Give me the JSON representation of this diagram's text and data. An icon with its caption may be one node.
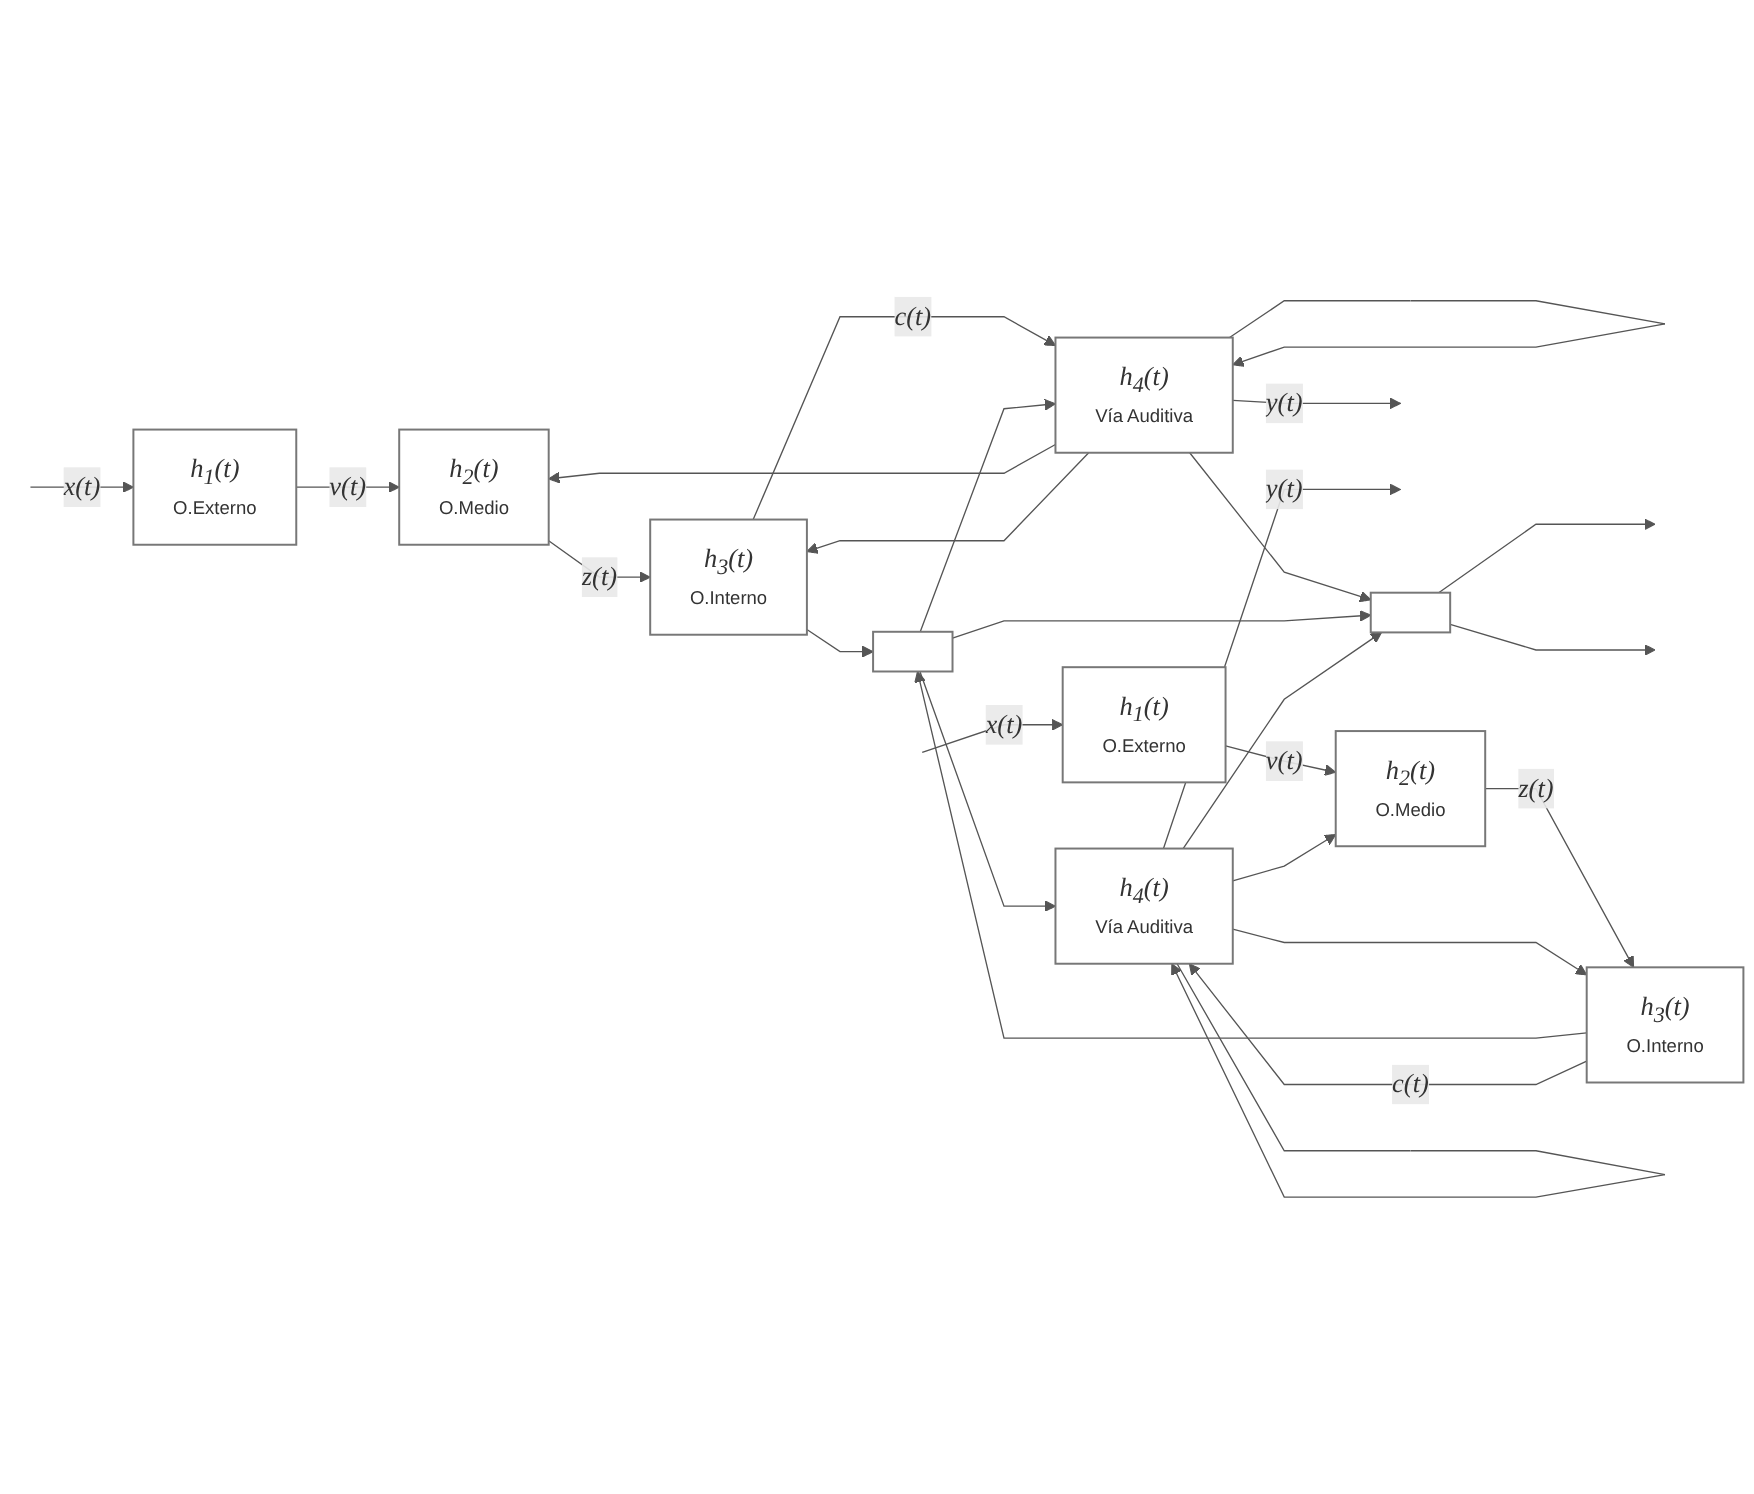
{
  "diagram": {
    "nodes": [
      {
        "text": [
          "h$_{1}$(t)",
          "O.Externo"
        ]
      },
      {
        "text": [
          "h$_{2}$(t)",
          "O.Medio"
        ]
      },
      {
        "text": [
          "h$_{3}$(t)",
          "O.Interno"
        ]
      },
      {
        "text": [
          "h$_{4}$(t)",
          "Vía Auditiva"
        ]
      },
      {
        "text": [],
        "shape": "box"
      },
      {
        "text": [],
        "shape": "box"
      },
      {
        "text": [
          "h$_{1}$(t)",
          "O.Externo"
        ]
      },
      {
        "text": [
          "h$_{2}$(t)",
          "O.Medio"
        ]
      },
      {
        "text": [
          "h$_{3}$(t)",
          "O.Interno"
        ]
      },
      {
        "text": [
          "h$_{4}$(t)",
          "Vía Auditiva"
        ]
      }
    ],
    "edges": [
      {
        "from": null,
        "to": 0,
        "arrow": "to",
        "label": "x(t)"
      },
      {
        "from": 0,
        "to": 1,
        "arrow": "to",
        "label": "v(t)"
      },
      {
        "from": 1,
        "to": 2,
        "arrow": "to",
        "label": "z(t)"
      },
      {
        "from": 2,
        "to": 3,
        "arrow": "to",
        "label": "c(t)"
      },
      {
        "from": 3,
        "to": null,
        "arrow": "to",
        "label": "y(t)"
      },
      {
        "from": 3,
        "to": 1,
        "arrow": "to"
      },
      {
        "from": 3,
        "to": 2,
        "arrow": "to"
      },
      {
        "from": 3,
        "to": 3,
        "arrow": "to"
      },
      {
        "from": 2,
        "to": 4,
        "arrow": "to"
      },
      {
        "from": 4,
        "to": 3,
        "arrow": "to"
      },
      {
        "from": 3,
        "to": 5,
        "arrow": "to"
      },
      {
        "from": 5,
        "to": null,
        "arrow": "to"
      },
      {
        "from": 4,
        "to": 5,
        "arrow": "to"
      },
      {
        "from": 8,
        "to": 4,
        "arrow": "to"
      },
      {
        "from": 4,
        "to": 9,
        "arrow": "to"
      },
      {
        "from": 9,
        "to": 5,
        "arrow": "to"
      },
      {
        "from": 5,
        "to": null,
        "arrow": "to"
      },
      {
        "from": null,
        "to": 6,
        "arrow": "to",
        "label": "x(t)"
      },
      {
        "from": 6,
        "to": 7,
        "arrow": "to",
        "label": "v(t)"
      },
      {
        "from": 7,
        "to": 8,
        "arrow": "to",
        "label": "z(t)"
      },
      {
        "from": 8,
        "to": 9,
        "arrow": "to",
        "label": "c(t)"
      },
      {
        "from": 9,
        "to": null,
        "arrow": "to",
        "label": "y(t)"
      },
      {
        "from": 9,
        "to": 7,
        "arrow": "to"
      },
      {
        "from": 9,
        "to": 8,
        "arrow": "to"
      },
      {
        "from": 9,
        "to": 9,
        "arrow": "to"
      }
    ]
  }
}
